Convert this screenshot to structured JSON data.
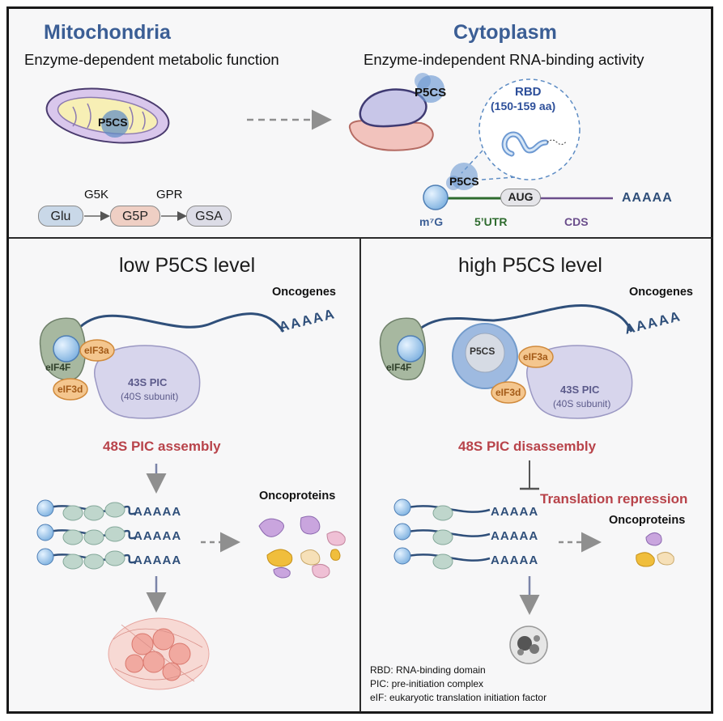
{
  "top": {
    "mito_title": "Mitochondria",
    "mito_subtitle": "Enzyme-dependent metabolic function",
    "cyto_title": "Cytoplasm",
    "cyto_subtitle": "Enzyme-independent RNA-binding activity",
    "p5cs": "P5CS",
    "pathway": {
      "glu": "Glu",
      "g5k": "G5K",
      "g5p": "G5P",
      "gpr": "GPR",
      "gsa": "GSA"
    },
    "rbd": {
      "name": "RBD",
      "range": "(150-159 aa)"
    },
    "mrna": {
      "cap": "m⁷G",
      "utr": "5’UTR",
      "aug": "AUG",
      "cds": "CDS",
      "polya": "AAAAA"
    }
  },
  "left_panel": {
    "title": "low P5CS level",
    "oncogenes": "Oncogenes",
    "polya": "AAAAA",
    "eif4f": "eIF4F",
    "eif3a": "eIF3a",
    "eif3d": "eIF3d",
    "pic_line1": "43S PIC",
    "pic_line2": "(40S subunit)",
    "status": "48S PIC assembly",
    "oncoproteins": "Oncoproteins"
  },
  "right_panel": {
    "title": "high P5CS level",
    "oncogenes": "Oncogenes",
    "polya": "AAAAA",
    "eif4f": "eIF4F",
    "eif3a": "eIF3a",
    "eif3d": "eIF3d",
    "p5cs": "P5CS",
    "pic_line1": "43S PIC",
    "pic_line2": "(40S subunit)",
    "status": "48S PIC disassembly",
    "repression": "Translation repression",
    "oncoproteins": "Oncoproteins"
  },
  "legend": [
    "RBD: RNA-binding domain",
    "PIC: pre-initiation complex",
    "eIF: eukaryotic translation initiation factor"
  ],
  "colors": {
    "title_blue": "#3b5e95",
    "alert_red": "#b8434a",
    "rna_navy": "#2f4f7a",
    "utr_green": "#2e6b2e",
    "cds_purple": "#6b4e8c"
  }
}
